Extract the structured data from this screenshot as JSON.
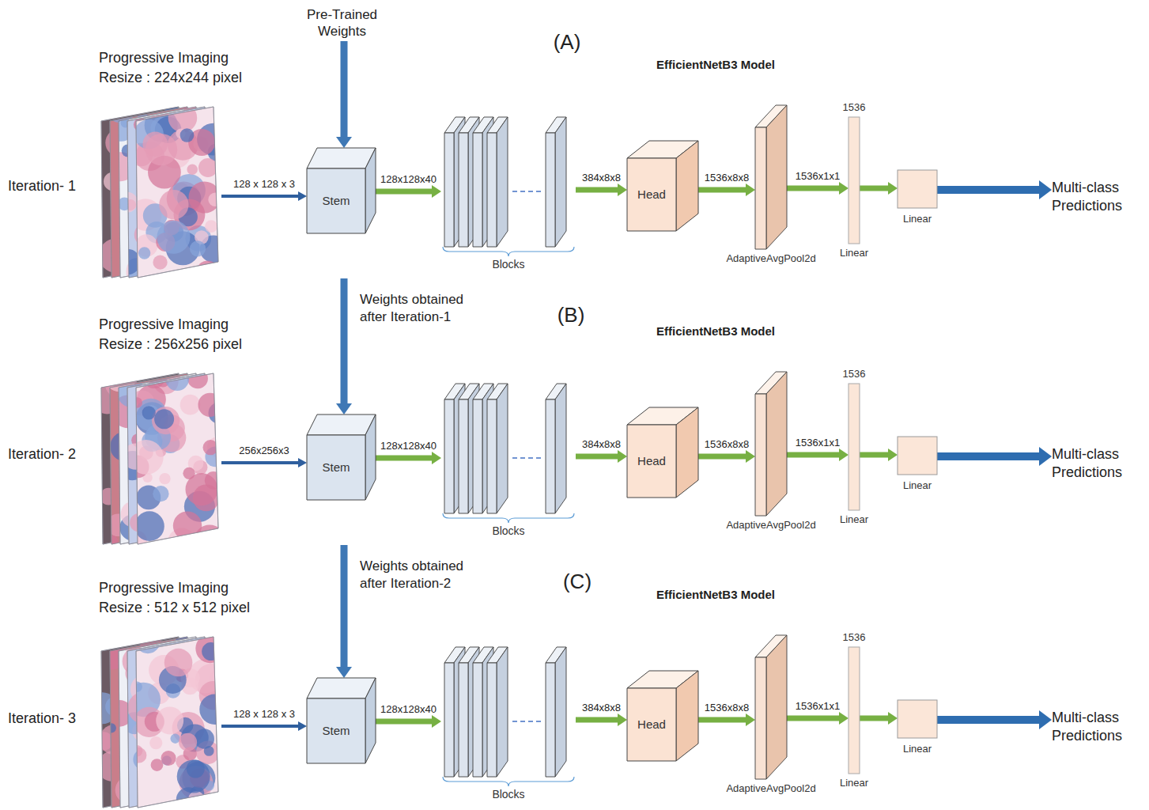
{
  "diagram": {
    "nodes": [
      {
        "text": [
          "Pre-Trained Weights"
        ]
      },
      {
        "text": [
          "Progressive Imaging",
          "Resize : 224x244 pixel"
        ]
      },
      {
        "text": [
          "EfficientNetB3 Model"
        ]
      },
      {
        "text": [
          "Stem"
        ],
        "in": 2
      },
      {
        "text": [
          "Blocks"
        ],
        "in": 2
      },
      {
        "text": [
          "Head"
        ],
        "in": 2
      },
      {
        "text": [
          "AdaptiveAvgPool2d"
        ],
        "in": 2
      },
      {
        "text": [
          "1536",
          "Linear"
        ],
        "in": 2
      },
      {
        "text": [
          "Linear"
        ],
        "in": 2
      },
      {
        "text": [
          "Multi-class Predictions"
        ]
      },
      {
        "text": [
          "Progressive Imaging",
          "Resize : 256x256 pixel"
        ]
      },
      {
        "text": [
          "EfficientNetB3 Model"
        ]
      },
      {
        "text": [
          "Stem"
        ],
        "in": 11
      },
      {
        "text": [
          "Blocks"
        ],
        "in": 11
      },
      {
        "text": [
          "Head"
        ],
        "in": 11
      },
      {
        "text": [
          "AdaptiveAvgPool2d"
        ],
        "in": 11
      },
      {
        "text": [
          "1536",
          "Linear"
        ],
        "in": 11
      },
      {
        "text": [
          "Linear"
        ],
        "in": 11
      },
      {
        "text": [
          "Multi-class Predictions"
        ]
      },
      {
        "text": [
          "Progressive Imaging",
          "Resize : 512 x 512 pixel"
        ]
      },
      {
        "text": [
          "EfficientNetB3 Model"
        ]
      },
      {
        "text": [
          "Stem"
        ],
        "in": 20
      },
      {
        "text": [
          "Blocks"
        ],
        "in": 20
      },
      {
        "text": [
          "Head"
        ],
        "in": 20
      },
      {
        "text": [
          "AdaptiveAvgPool2d"
        ],
        "in": 20
      },
      {
        "text": [
          "1536",
          "Linear"
        ],
        "in": 20
      },
      {
        "text": [
          "Linear"
        ],
        "in": 20
      },
      {
        "text": [
          "Multi-class Predictions"
        ]
      }
    ],
    "edges": [
      {
        "from": 0,
        "to": 3,
        "arrow": "to"
      },
      {
        "from": 1,
        "to": 3,
        "label": "128 x 128 x 3",
        "arrow": "to"
      },
      {
        "from": 3,
        "to": 4,
        "label": "128x128x40",
        "arrow": "to"
      },
      {
        "from": 4,
        "to": 5,
        "label": "384x8x8",
        "arrow": "to"
      },
      {
        "from": 5,
        "to": 6,
        "label": "1536x8x8",
        "arrow": "to"
      },
      {
        "from": 6,
        "to": 7,
        "label": "1536x1x1",
        "arrow": "to"
      },
      {
        "from": 7,
        "to": 8,
        "arrow": "to"
      },
      {
        "from": 8,
        "to": 9,
        "arrow": "to"
      },
      {
        "from": 2,
        "to": 12,
        "label": "Weights obtained after Iteration-1",
        "arrow": "to"
      },
      {
        "from": 10,
        "to": 12,
        "label": "256x256x3",
        "arrow": "to"
      },
      {
        "from": 12,
        "to": 13,
        "label": "128x128x40",
        "arrow": "to"
      },
      {
        "from": 13,
        "to": 14,
        "label": "384x8x8",
        "arrow": "to"
      },
      {
        "from": 14,
        "to": 15,
        "label": "1536x8x8",
        "arrow": "to"
      },
      {
        "from": 15,
        "to": 16,
        "label": "1536x1x1",
        "arrow": "to"
      },
      {
        "from": 16,
        "to": 17,
        "arrow": "to"
      },
      {
        "from": 17,
        "to": 18,
        "arrow": "to"
      },
      {
        "from": 11,
        "to": 21,
        "label": "Weights obtained after Iteration-2",
        "arrow": "to"
      },
      {
        "from": 19,
        "to": 21,
        "label": "128 x 128 x 3",
        "arrow": "to"
      },
      {
        "from": 21,
        "to": 22,
        "label": "128x128x40",
        "arrow": "to"
      },
      {
        "from": 22,
        "to": 23,
        "label": "384x8x8",
        "arrow": "to"
      },
      {
        "from": 23,
        "to": 24,
        "label": "1536x8x8",
        "arrow": "to"
      },
      {
        "from": 24,
        "to": 25,
        "label": "1536x1x1",
        "arrow": "to"
      },
      {
        "from": 25,
        "to": 26,
        "arrow": "to"
      },
      {
        "from": 26,
        "to": 27,
        "arrow": "to"
      }
    ],
    "labels": [
      "Iteration- 1",
      "(A)",
      "Iteration- 2",
      "(B)",
      "Iteration- 3",
      "(C)"
    ]
  }
}
